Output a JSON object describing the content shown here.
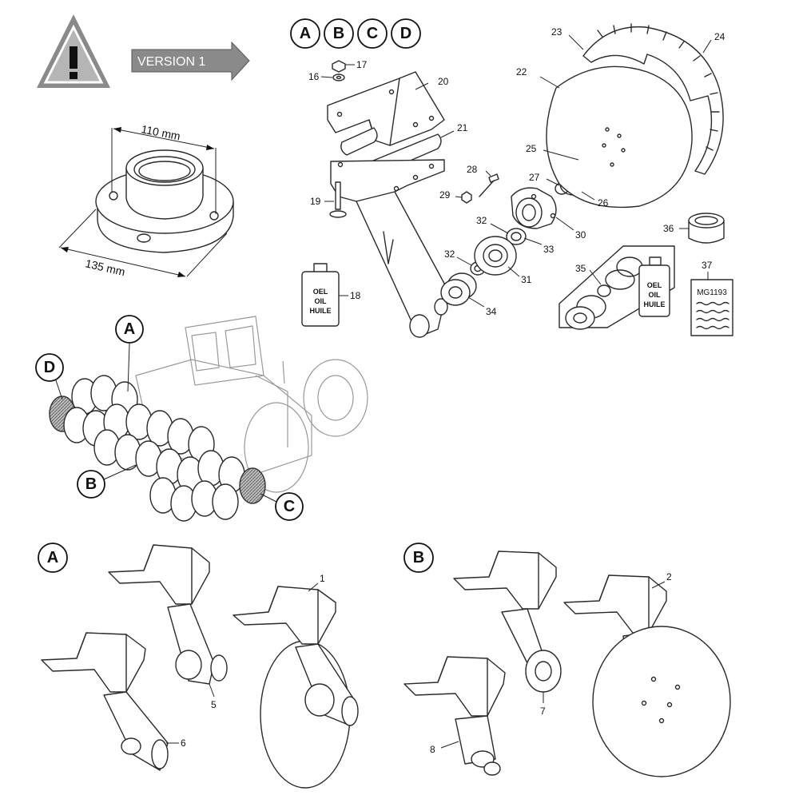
{
  "warning": {
    "icon": "warning-triangle-icon",
    "version_label": "VERSION 1"
  },
  "dimensions": {
    "width_top": "110 mm",
    "width_base": "135 mm"
  },
  "kit_letters": [
    "A",
    "B",
    "C",
    "D"
  ],
  "position_labels": {
    "A": "A",
    "B": "B",
    "C": "C",
    "D": "D"
  },
  "section_labels": {
    "A": "A",
    "B": "B"
  },
  "oil_bottle": {
    "line1": "OEL",
    "line2": "OIL",
    "line3": "HUILE"
  },
  "manual_code": "MG1193",
  "part_numbers": {
    "p1": "1",
    "p2": "2",
    "p5": "5",
    "p6": "6",
    "p7": "7",
    "p8": "8",
    "p16": "16",
    "p17": "17",
    "p18": "18",
    "p19": "19",
    "p20": "20",
    "p21": "21",
    "p22": "22",
    "p23": "23",
    "p24": "24",
    "p25": "25",
    "p26": "26",
    "p27": "27",
    "p28": "28",
    "p29": "29",
    "p30": "30",
    "p31": "31",
    "p32a": "32",
    "p32b": "32",
    "p33": "33",
    "p34": "34",
    "p35": "35",
    "p36": "36",
    "p37": "37"
  },
  "colors": {
    "banner": "#8a8a8a",
    "warning_fill": "#b5b5b5",
    "hatch": "#666666"
  }
}
